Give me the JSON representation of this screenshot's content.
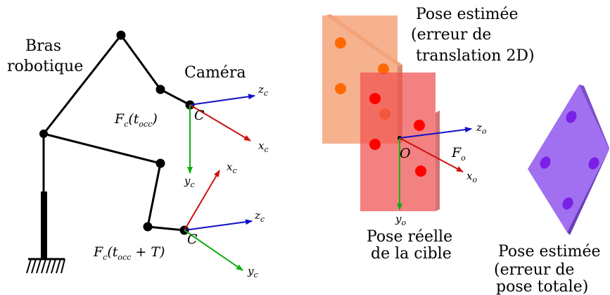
{
  "colors": {
    "z_axis": "#1010c8",
    "x_axis": "#d01010",
    "y_axis": "#10b010",
    "robot": "#000000",
    "estimated_2d_plate": "#f4a57a",
    "real_plate": "#f05050",
    "estimated_total_plate": "#a070f0",
    "dot_orange": "#ff6a00",
    "dot_red": "#ff0000",
    "dot_purple": "#7a1fe6"
  },
  "labels": {
    "robot_arm": [
      "Bras",
      "robotique"
    ],
    "camera": "Caméra",
    "pose_2d": [
      "Pose estimée",
      "(erreur de",
      "translation 2D)"
    ],
    "pose_real": [
      "Pose réelle",
      "de la cible"
    ],
    "pose_total": [
      "Pose estimée",
      "(erreur de",
      "pose totale)"
    ]
  },
  "frames": {
    "camera_top": {
      "name": "F",
      "sub": "c",
      "arg": "(t",
      "arg_sub": "occ",
      "close": ")"
    },
    "camera_bottom": {
      "name": "F",
      "sub": "c",
      "arg": "(t",
      "arg_sub": "occ",
      "close": " + T)"
    },
    "object": {
      "name": "F",
      "sub": "o"
    }
  },
  "points": {
    "camera_top": "C",
    "camera_bottom": "C",
    "object": "O"
  },
  "axes": {
    "cam_top": {
      "z": "z",
      "z_sub": "c",
      "x": "x",
      "x_sub": "c",
      "y": "y",
      "y_sub": "c"
    },
    "cam_bottom": {
      "z": "z",
      "z_sub": "c",
      "x": "x",
      "x_sub": "c",
      "y": "y",
      "y_sub": "c"
    },
    "object": {
      "z": "z",
      "z_sub": "o",
      "x": "x",
      "x_sub": "o",
      "y": "y",
      "y_sub": "o"
    }
  }
}
